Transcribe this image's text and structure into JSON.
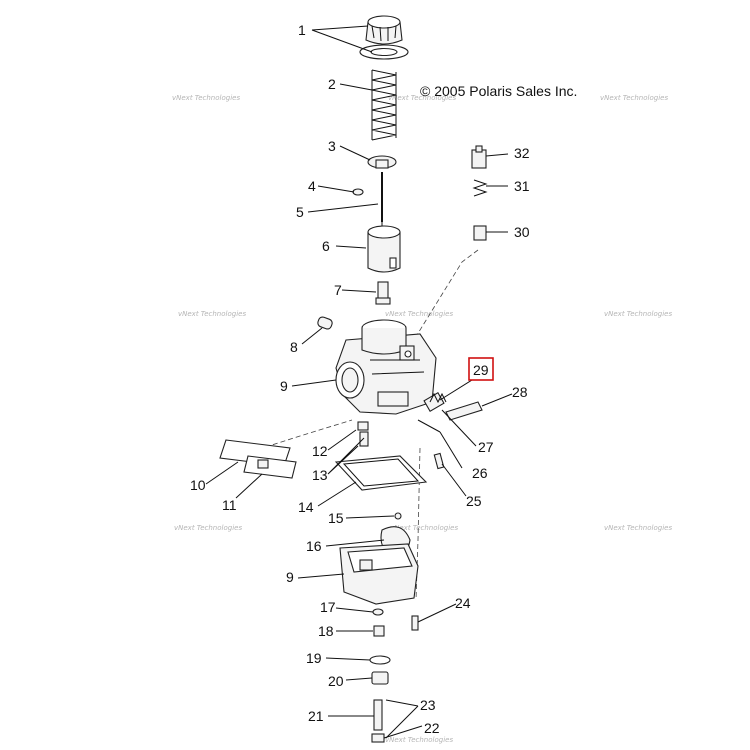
{
  "copyright": "© 2005 Polaris Sales Inc.",
  "watermark": "vNext Technologies",
  "highlight_color": "#d01010",
  "callouts": [
    {
      "id": "1",
      "text": "1"
    },
    {
      "id": "2",
      "text": "2"
    },
    {
      "id": "3",
      "text": "3"
    },
    {
      "id": "4",
      "text": "4"
    },
    {
      "id": "5",
      "text": "5"
    },
    {
      "id": "6",
      "text": "6"
    },
    {
      "id": "7",
      "text": "7"
    },
    {
      "id": "8",
      "text": "8"
    },
    {
      "id": "9a",
      "text": "9"
    },
    {
      "id": "10",
      "text": "10"
    },
    {
      "id": "11",
      "text": "11"
    },
    {
      "id": "12",
      "text": "12"
    },
    {
      "id": "13",
      "text": "13"
    },
    {
      "id": "14",
      "text": "14"
    },
    {
      "id": "15",
      "text": "15"
    },
    {
      "id": "16",
      "text": "16"
    },
    {
      "id": "9b",
      "text": "9"
    },
    {
      "id": "17",
      "text": "17"
    },
    {
      "id": "18",
      "text": "18"
    },
    {
      "id": "19",
      "text": "19"
    },
    {
      "id": "20",
      "text": "20"
    },
    {
      "id": "21",
      "text": "21"
    },
    {
      "id": "22",
      "text": "22"
    },
    {
      "id": "23",
      "text": "23"
    },
    {
      "id": "24",
      "text": "24"
    },
    {
      "id": "25",
      "text": "25"
    },
    {
      "id": "26",
      "text": "26"
    },
    {
      "id": "27",
      "text": "27"
    },
    {
      "id": "28",
      "text": "28"
    },
    {
      "id": "29",
      "text": "29",
      "highlighted": true
    },
    {
      "id": "30",
      "text": "30"
    },
    {
      "id": "31",
      "text": "31"
    },
    {
      "id": "32",
      "text": "32"
    }
  ]
}
